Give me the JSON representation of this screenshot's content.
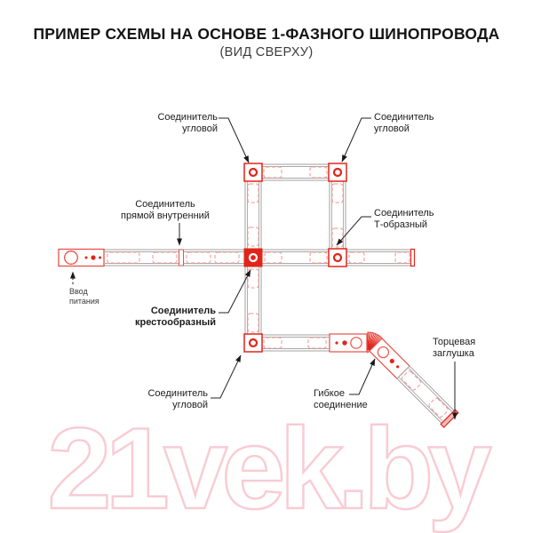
{
  "header": {
    "title": "ПРИМЕР СХЕМЫ НА ОСНОВЕ 1-ФАЗНОГО ШИНОПРОВОДА",
    "subtitle": "(ВИД СВЕРХУ)"
  },
  "labels": {
    "corner_top_left": "Соединитель\nугловой",
    "corner_top_right": "Соединитель\nугловой",
    "straight_internal": "Соединитель\nпрямой внутренний",
    "t_shaped": "Соединитель\nТ-образный",
    "power_input": "Ввод\nпитания",
    "cross_shaped": "Соединитель\nкрестообразный",
    "corner_bottom": "Соединитель\nугловой",
    "flexible": "Гибкое\nсоединение",
    "end_cap": "Торцевая\nзаглушка"
  },
  "watermark": "21vek.by",
  "colors": {
    "red": "#e1251b",
    "red_medium": "#e85048",
    "red_dashed": "#f2938d",
    "track_gray": "#a8a8a8",
    "leader_black": "#222222",
    "watermark_pink": "#f8ccd4"
  }
}
